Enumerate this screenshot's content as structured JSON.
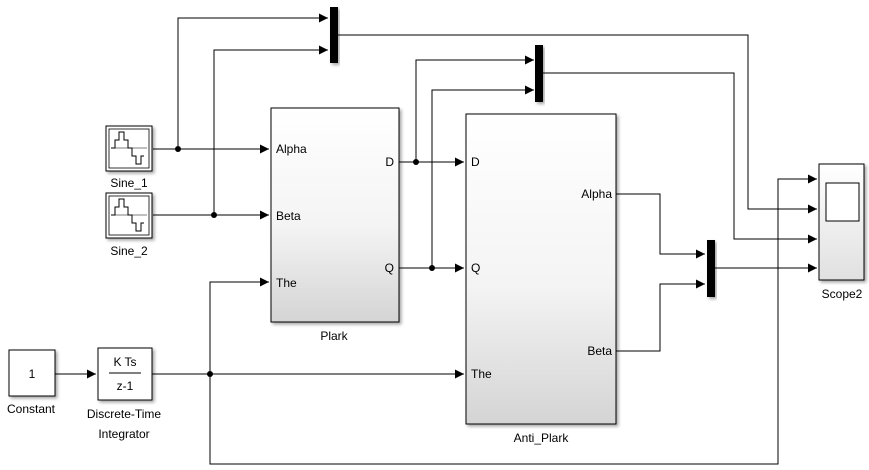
{
  "blocks": {
    "sine1": {
      "name": "Sine_1"
    },
    "sine2": {
      "name": "Sine_2"
    },
    "constant": {
      "name": "Constant",
      "value": "1"
    },
    "integrator": {
      "name_line1": "Discrete-Time",
      "name_line2": "Integrator",
      "numerator": "K Ts",
      "denominator": "z-1"
    },
    "plark": {
      "name": "Plark",
      "in_ports": [
        "Alpha",
        "Beta",
        "The"
      ],
      "out_ports": [
        "D",
        "Q"
      ]
    },
    "anti_plark": {
      "name": "Anti_Plark",
      "in_ports": [
        "D",
        "Q",
        "The"
      ],
      "out_ports": [
        "Alpha",
        "Beta"
      ]
    },
    "scope": {
      "name": "Scope2"
    }
  },
  "colors": {
    "line": "#000000",
    "block_fill": "#ffffff",
    "gradient_end": "#d4d4d4",
    "mux_fill": "#000000"
  }
}
